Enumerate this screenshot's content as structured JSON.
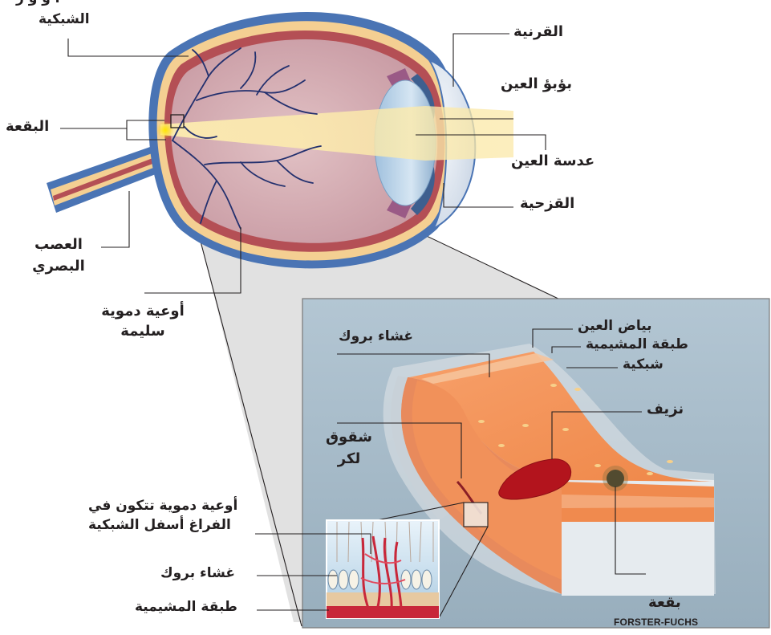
{
  "labels": {
    "retina_top_partial": "ا و و ر",
    "retina": "الشبكية",
    "macula": "البقعة",
    "optic_nerve_line1": "العصب",
    "optic_nerve_line2": "البصري",
    "healthy_vessels_line1": "أوعية دموية",
    "healthy_vessels_line2": "سليمة",
    "cornea": "القرنية",
    "pupil": "بؤبؤ العين",
    "lens": "عدسة العين",
    "iris": "القزحية",
    "sclera": "بياض العين",
    "bruch_membrane": "غشاء بروك",
    "choroid": "طبقة المشيمية",
    "retina_layer": "شبكية",
    "hemorrhage": "نزيف",
    "lacquer_cracks_line1": "شقوق",
    "lacquer_cracks_line2": "لكر",
    "cnv_line1": "أوعية دموية تتكون في",
    "cnv_line2": "الفراغ أسفل الشبكية",
    "bruch_membrane_inset": "غشاء بروك",
    "choroid_inset": "طبقة المشيمية",
    "forster_fuchs_line1": "بقعة",
    "forster_fuchs_line2": "FORSTER-FUCHS"
  },
  "colors": {
    "sclera_outer": "#4a74b4",
    "vitreous": "#d7b3b8",
    "retina_band": "#f4cf92",
    "choroid_band": "#b44f55",
    "blood_vessel": "#23306e",
    "light_beam": "#fbe6a6",
    "panel_bg": "#a7bccb",
    "tissue_orange": "#f08a4e",
    "hemorrhage": "#b3141d"
  }
}
